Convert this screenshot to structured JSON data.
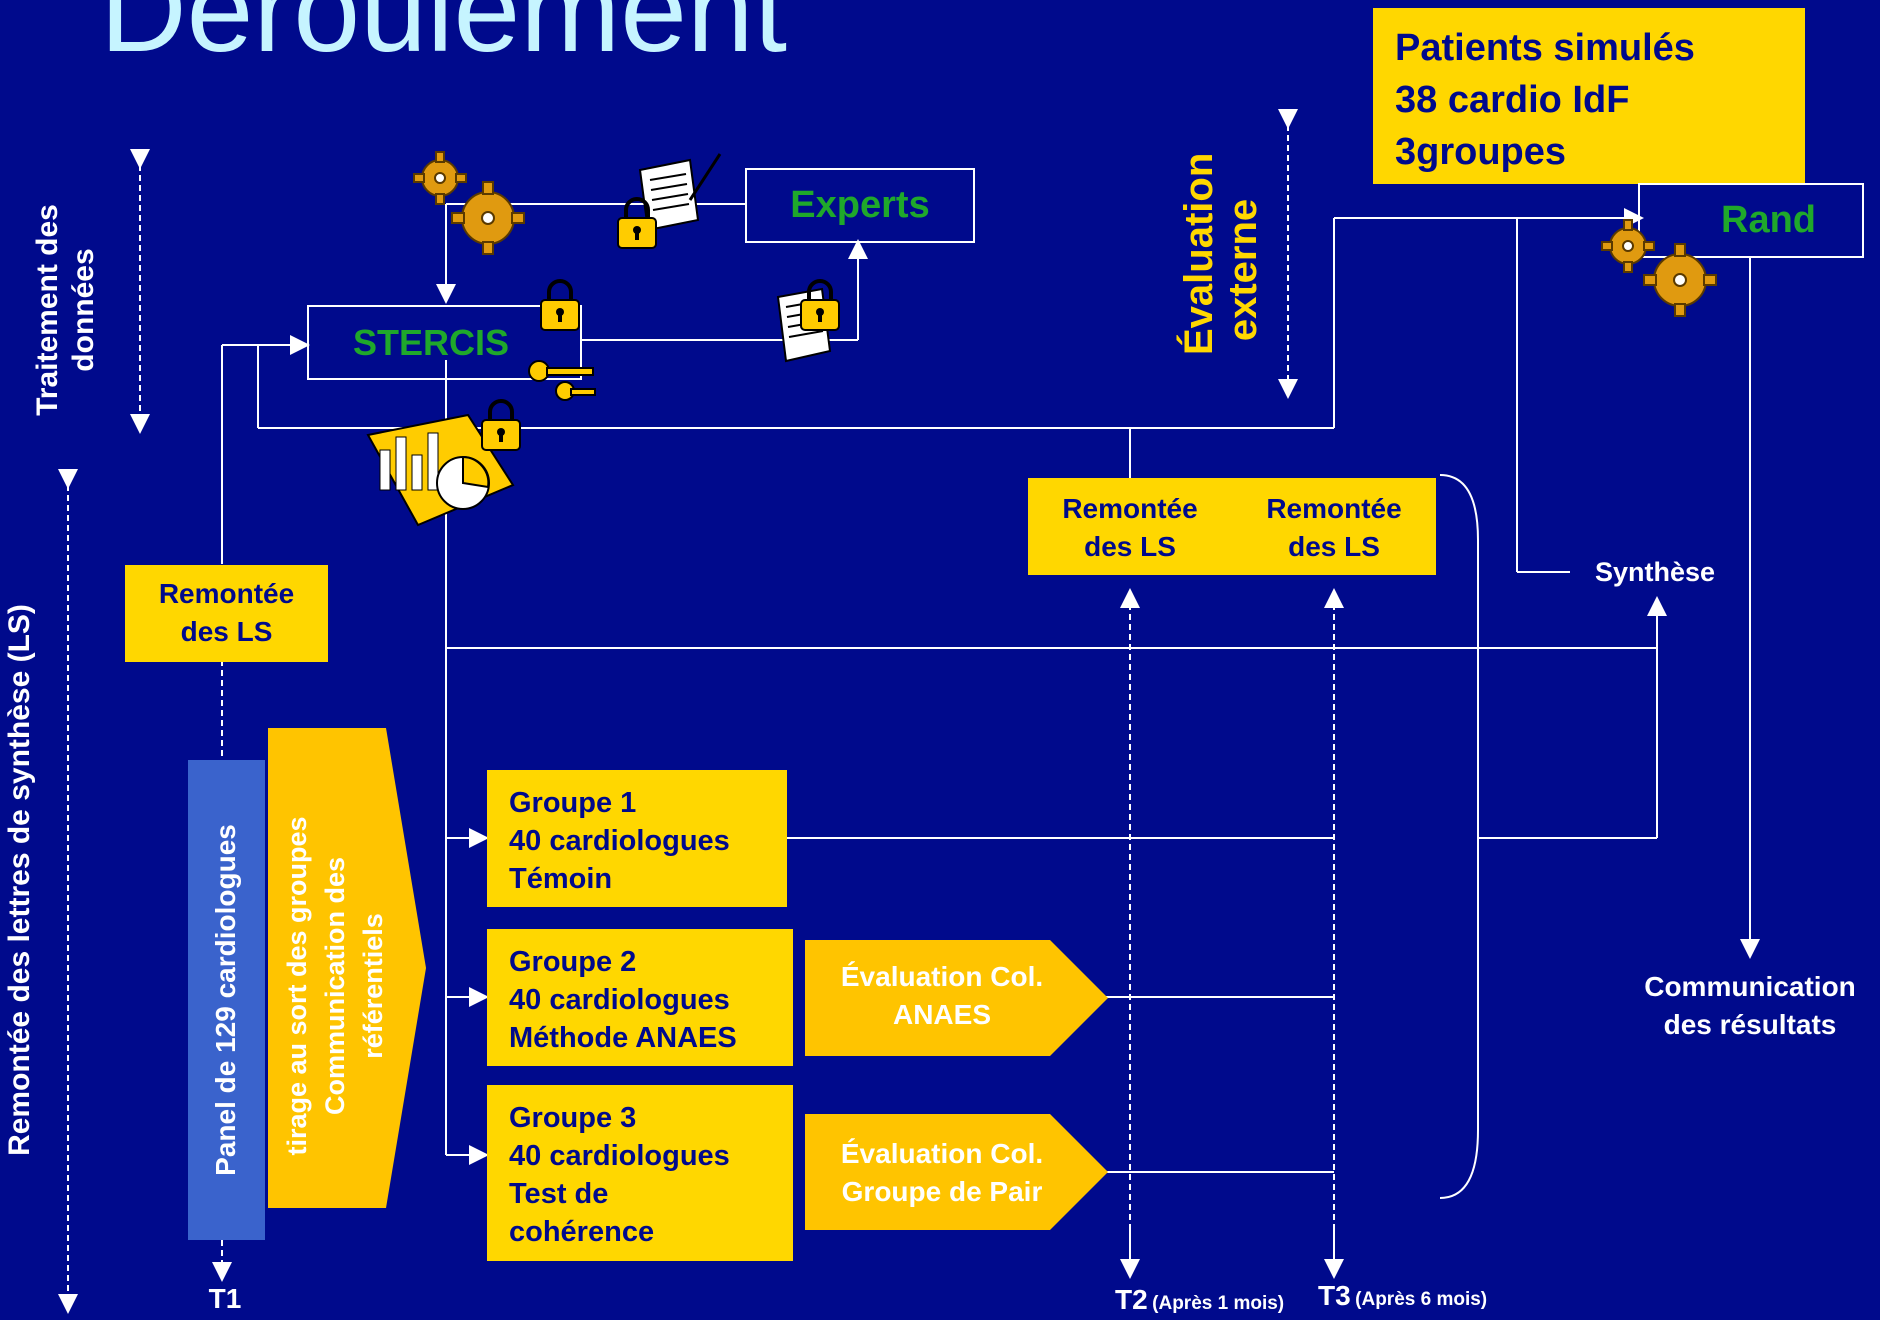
{
  "title": "Déroulement",
  "patients_box": {
    "lines": [
      "Patients simulés",
      "38 cardio IdF",
      "3groupes"
    ]
  },
  "experts": "Experts",
  "rand": "Rand",
  "stercis": "STERCIS",
  "axis_left": {
    "top_label": [
      "Traitement des",
      "données"
    ],
    "bottom_label": "Remontée des lettres de synthèse (LS)"
  },
  "evaluation_externe": [
    "Évaluation",
    "externe"
  ],
  "remontee_ls_t1": [
    "Remontée",
    "des LS"
  ],
  "remontee_ls_t2": [
    "Remontée",
    "des LS"
  ],
  "remontee_ls_t3": [
    "Remontée",
    "des LS"
  ],
  "panel": "Panel de 129 cardiologues",
  "tirage": [
    "tirage au sort  des groupes",
    "Communication des",
    "référentiels"
  ],
  "groupes": [
    {
      "lines": [
        "Groupe 1",
        "40 cardiologues",
        "Témoin"
      ]
    },
    {
      "lines": [
        "Groupe 2",
        "40 cardiologues",
        "Méthode ANAES"
      ]
    },
    {
      "lines": [
        "Groupe 3",
        "40 cardiologues",
        "Test de",
        "cohérence"
      ]
    }
  ],
  "eval_col_anaes": [
    "Évaluation Col.",
    "ANAES"
  ],
  "eval_col_pair": [
    "Évaluation Col.",
    "Groupe de Pair"
  ],
  "synthese": "Synthèse",
  "communication": [
    "Communication",
    "des résultats"
  ],
  "t1": "T1",
  "t2": {
    "main": "T2",
    "note": "(Après 1 mois)"
  },
  "t3": {
    "main": "T3",
    "note": "(Après 6 mois)"
  },
  "icons": [
    "gear-icon",
    "lock-icon",
    "document-icon",
    "key-icon",
    "chart-icon"
  ],
  "colors": {
    "background": "#000a8c",
    "box": "#ffd700",
    "arrow_shape": "#ffc400",
    "panel": "#3a63cc",
    "green": "#1fa82b",
    "title": "#c6f4ff"
  }
}
